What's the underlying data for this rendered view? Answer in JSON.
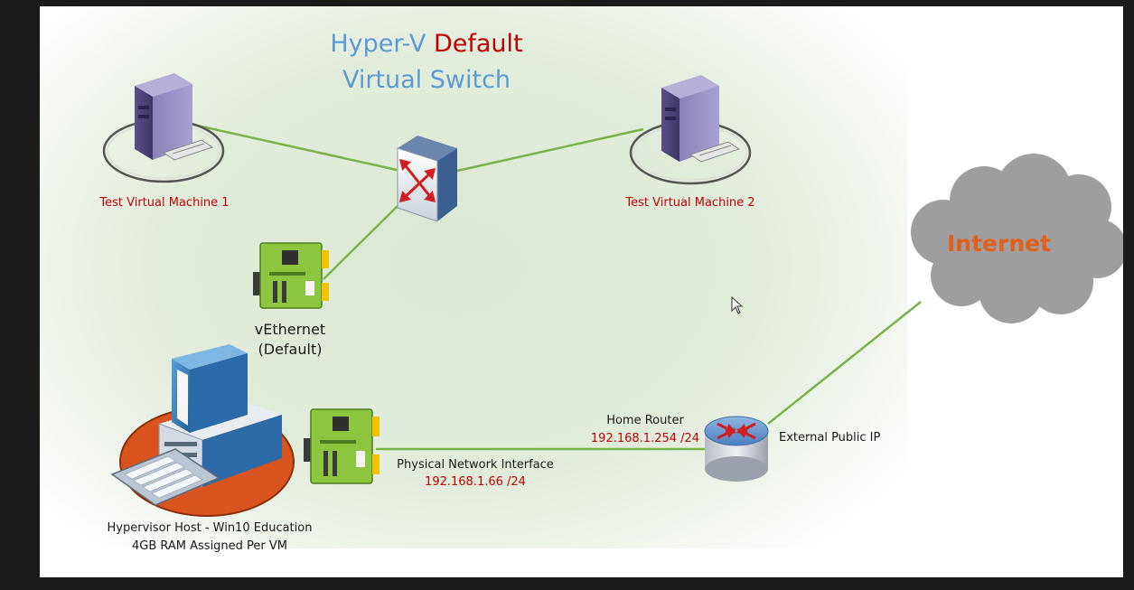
{
  "title": {
    "line1_prefix": "Hyper-V",
    "line1_highlight": "Default",
    "line2": "Virtual Switch"
  },
  "vm1": {
    "label": "Test Virtual Machine 1"
  },
  "vm2": {
    "label": "Test Virtual Machine 2"
  },
  "vethernet": {
    "line1": "vEthernet",
    "line2": "(Default)"
  },
  "internet": {
    "label": "Internet"
  },
  "router": {
    "name": "Home Router",
    "ip": "192.168.1.254 /24",
    "external": "External Public IP"
  },
  "nic": {
    "name": "Physical Network Interface",
    "ip": "192.168.1.66 /24"
  },
  "host": {
    "line1": "Hypervisor Host - Win10 Education",
    "line2": "4GB RAM Assigned Per VM"
  },
  "colors": {
    "link": "#7ab34a",
    "red_text": "#c00000",
    "title_blue": "#5b9bd5",
    "internet_orange": "#e0601c"
  }
}
